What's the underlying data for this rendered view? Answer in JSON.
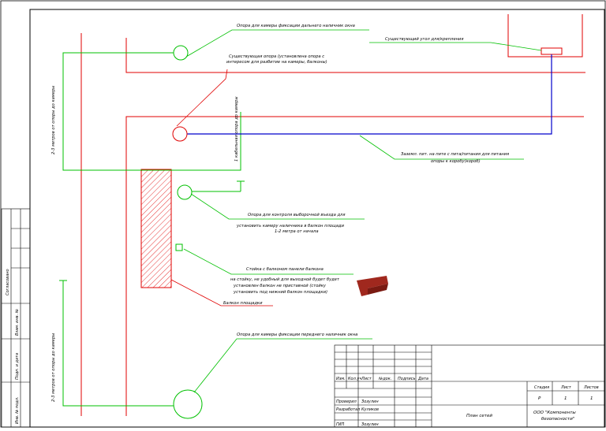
{
  "drawing": {
    "colors": {
      "red": "#e00000",
      "green": "#00c000",
      "blue": "#0000cc",
      "frame": "#000000",
      "brick": "#a0281e"
    },
    "notes": {
      "well_top": "Опора для камеры фиксации дальнего наличник окна",
      "existing_mount": "Существующий угол для/крепления",
      "existing_pole_1": "Существующая опора (установлена опора с",
      "existing_pole_2": "интересом для разбитие на камеры, балконы)",
      "power_cable_1": "Заземл. пит. на пите с пита/питания для питания",
      "power_cable_2": "опоры к коробу(короб)",
      "support_1": "Опора для контроля выборочной въезда для",
      "support_2": "установить камеру наличника в балкон площади",
      "support_3": "1-2 метра от начала",
      "wall_1": "Стойка с балконом панели балкона",
      "wall_2": "на стойку, не удобный для выходной будет будет",
      "wall_3": "установлен балкон не приставной (стойку",
      "wall_4": "установить под нижний балкон площадки)",
      "balcony": "Балкон площадки",
      "well_bottom": "Опора для камеры фиксации переднего наличник окна",
      "cable_left_top": "2-3 метров от опоры до камеры",
      "cable_right": "1 кабельная опора до камеры",
      "cable_left_bottom": "2-3 метров от опоры до камеры"
    },
    "side_stamp": {
      "agreed": "Согласовано",
      "inv_no": "Взам. инв. №",
      "sign_date": "Подп. и дата",
      "inv_orig": "Инв. № подл."
    },
    "title_block": {
      "headers": [
        "Изм.",
        "Кол.уч",
        "Лист",
        "№док.",
        "Подпись",
        "Дата"
      ],
      "roles": [
        {
          "role": "Проверил",
          "name": "Зозулин"
        },
        {
          "role": "Разработал",
          "name": "Куликов"
        },
        {
          "role": "ГИП",
          "name": "Зозулин"
        }
      ],
      "stage_header": "Стадия",
      "sheet_header": "Лист",
      "sheets_header": "Листов",
      "stage_value": "Р",
      "sheet_value": "1",
      "sheets_value": "1",
      "drawing_name": "План сетей",
      "company": "ООО \"Компоненты безопасности\""
    }
  }
}
